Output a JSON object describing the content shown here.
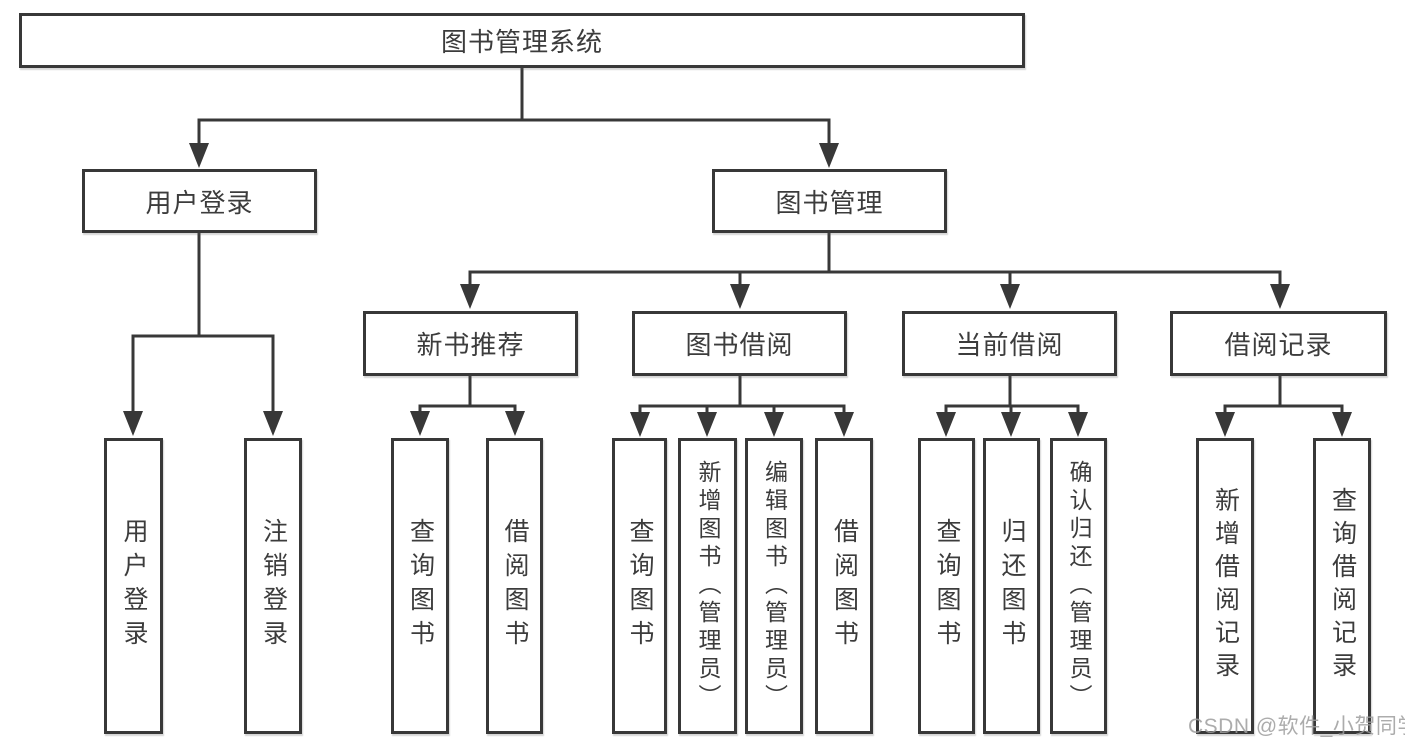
{
  "diagram": {
    "root": {
      "label": "图书管理系统"
    },
    "branches": [
      {
        "label": "用户登录",
        "children": [
          {
            "label": "用户登录"
          },
          {
            "label": "注销登录"
          }
        ]
      },
      {
        "label": "图书管理",
        "children": [
          {
            "label": "新书推荐",
            "children": [
              {
                "label": "查询图书"
              },
              {
                "label": "借阅图书"
              }
            ]
          },
          {
            "label": "图书借阅",
            "children": [
              {
                "label": "查询图书"
              },
              {
                "label": "新增图书（管理员）"
              },
              {
                "label": "编辑图书（管理员）"
              },
              {
                "label": "借阅图书"
              }
            ]
          },
          {
            "label": "当前借阅",
            "children": [
              {
                "label": "查询图书"
              },
              {
                "label": "归还图书"
              },
              {
                "label": "确认归还（管理员）"
              }
            ]
          },
          {
            "label": "借阅记录",
            "children": [
              {
                "label": "新增借阅记录"
              },
              {
                "label": "查询借阅记录"
              }
            ]
          }
        ]
      }
    ]
  },
  "watermark": {
    "text": "CSDN @软件_小贺同学"
  },
  "colors": {
    "line": "#383838",
    "text": "#3c3c3c",
    "box_background": "#ffffff",
    "page_background": "#ffffff",
    "watermark": "#9e9e9e"
  }
}
